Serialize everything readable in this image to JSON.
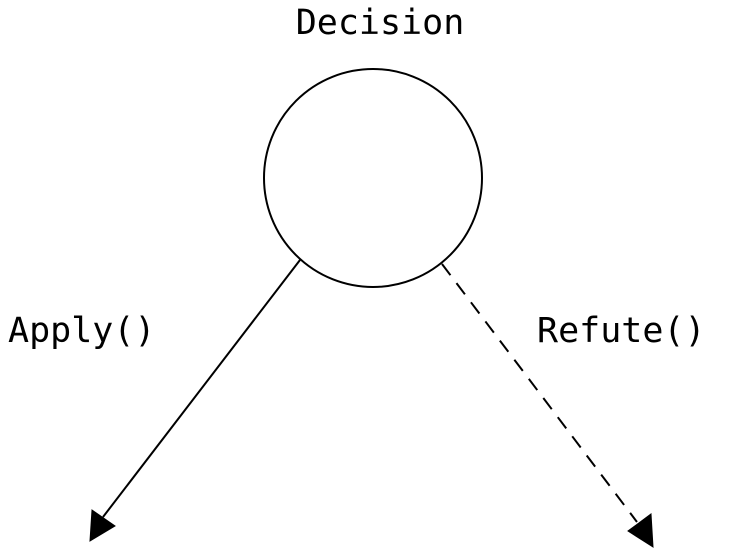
{
  "diagram": {
    "node": {
      "label": "Decision"
    },
    "edges": [
      {
        "label": "Apply()",
        "style": "solid"
      },
      {
        "label": "Refute()",
        "style": "dashed"
      }
    ],
    "colors": {
      "stroke": "#000000",
      "background": "#ffffff"
    }
  }
}
